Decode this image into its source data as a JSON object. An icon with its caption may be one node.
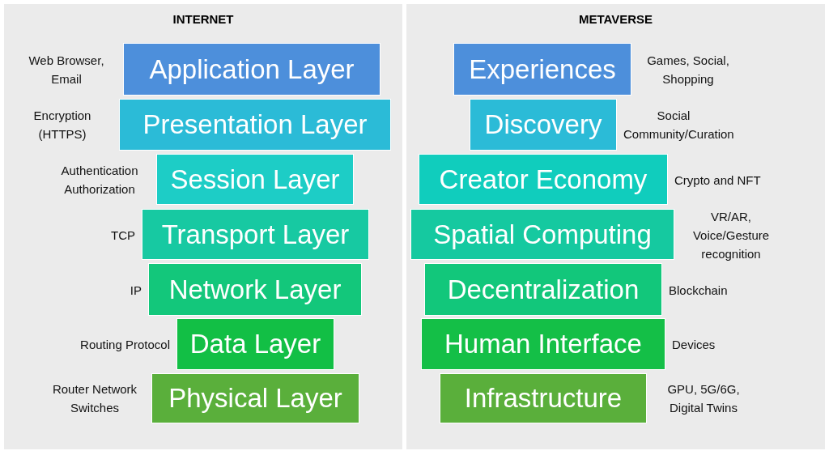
{
  "diagram": {
    "nodes": [
      {
        "text": [
          "INTERNET"
        ]
      },
      {
        "text": [
          "Application Layer"
        ],
        "in": 0,
        "beside": [
          "Web Browser, Email"
        ]
      },
      {
        "text": [
          "Presentation Layer"
        ],
        "in": 0,
        "beside": [
          "Encryption (HTTPS)"
        ]
      },
      {
        "text": [
          "Session Layer"
        ],
        "in": 0,
        "beside": [
          "Authentication Authorization"
        ]
      },
      {
        "text": [
          "Transport Layer"
        ],
        "in": 0,
        "beside": [
          "TCP"
        ]
      },
      {
        "text": [
          "Network Layer"
        ],
        "in": 0,
        "beside": [
          "IP"
        ]
      },
      {
        "text": [
          "Data Layer"
        ],
        "in": 0,
        "beside": [
          "Routing Protocol"
        ]
      },
      {
        "text": [
          "Physical Layer"
        ],
        "in": 0,
        "beside": [
          "Router Network Switches"
        ]
      },
      {
        "text": [
          "METAVERSE"
        ]
      },
      {
        "text": [
          "Experiences"
        ],
        "in": 8,
        "beside": [
          "Games, Social, Shopping"
        ]
      },
      {
        "text": [
          "Discovery"
        ],
        "in": 8,
        "beside": [
          "Social Community/Curation"
        ]
      },
      {
        "text": [
          "Creator Economy"
        ],
        "in": 8,
        "beside": [
          "Crypto and NFT"
        ]
      },
      {
        "text": [
          "Spatial Computing"
        ],
        "in": 8,
        "beside": [
          "VR/AR, Voice/Gesture recognition"
        ]
      },
      {
        "text": [
          "Decentralization"
        ],
        "in": 8,
        "beside": [
          "Blockchain"
        ]
      },
      {
        "text": [
          "Human Interface"
        ],
        "in": 8,
        "beside": [
          "Devices"
        ]
      },
      {
        "text": [
          "Infrastructure"
        ],
        "in": 8,
        "beside": [
          "GPU, 5G/6G, Digital Twins"
        ]
      }
    ],
    "edges": []
  }
}
